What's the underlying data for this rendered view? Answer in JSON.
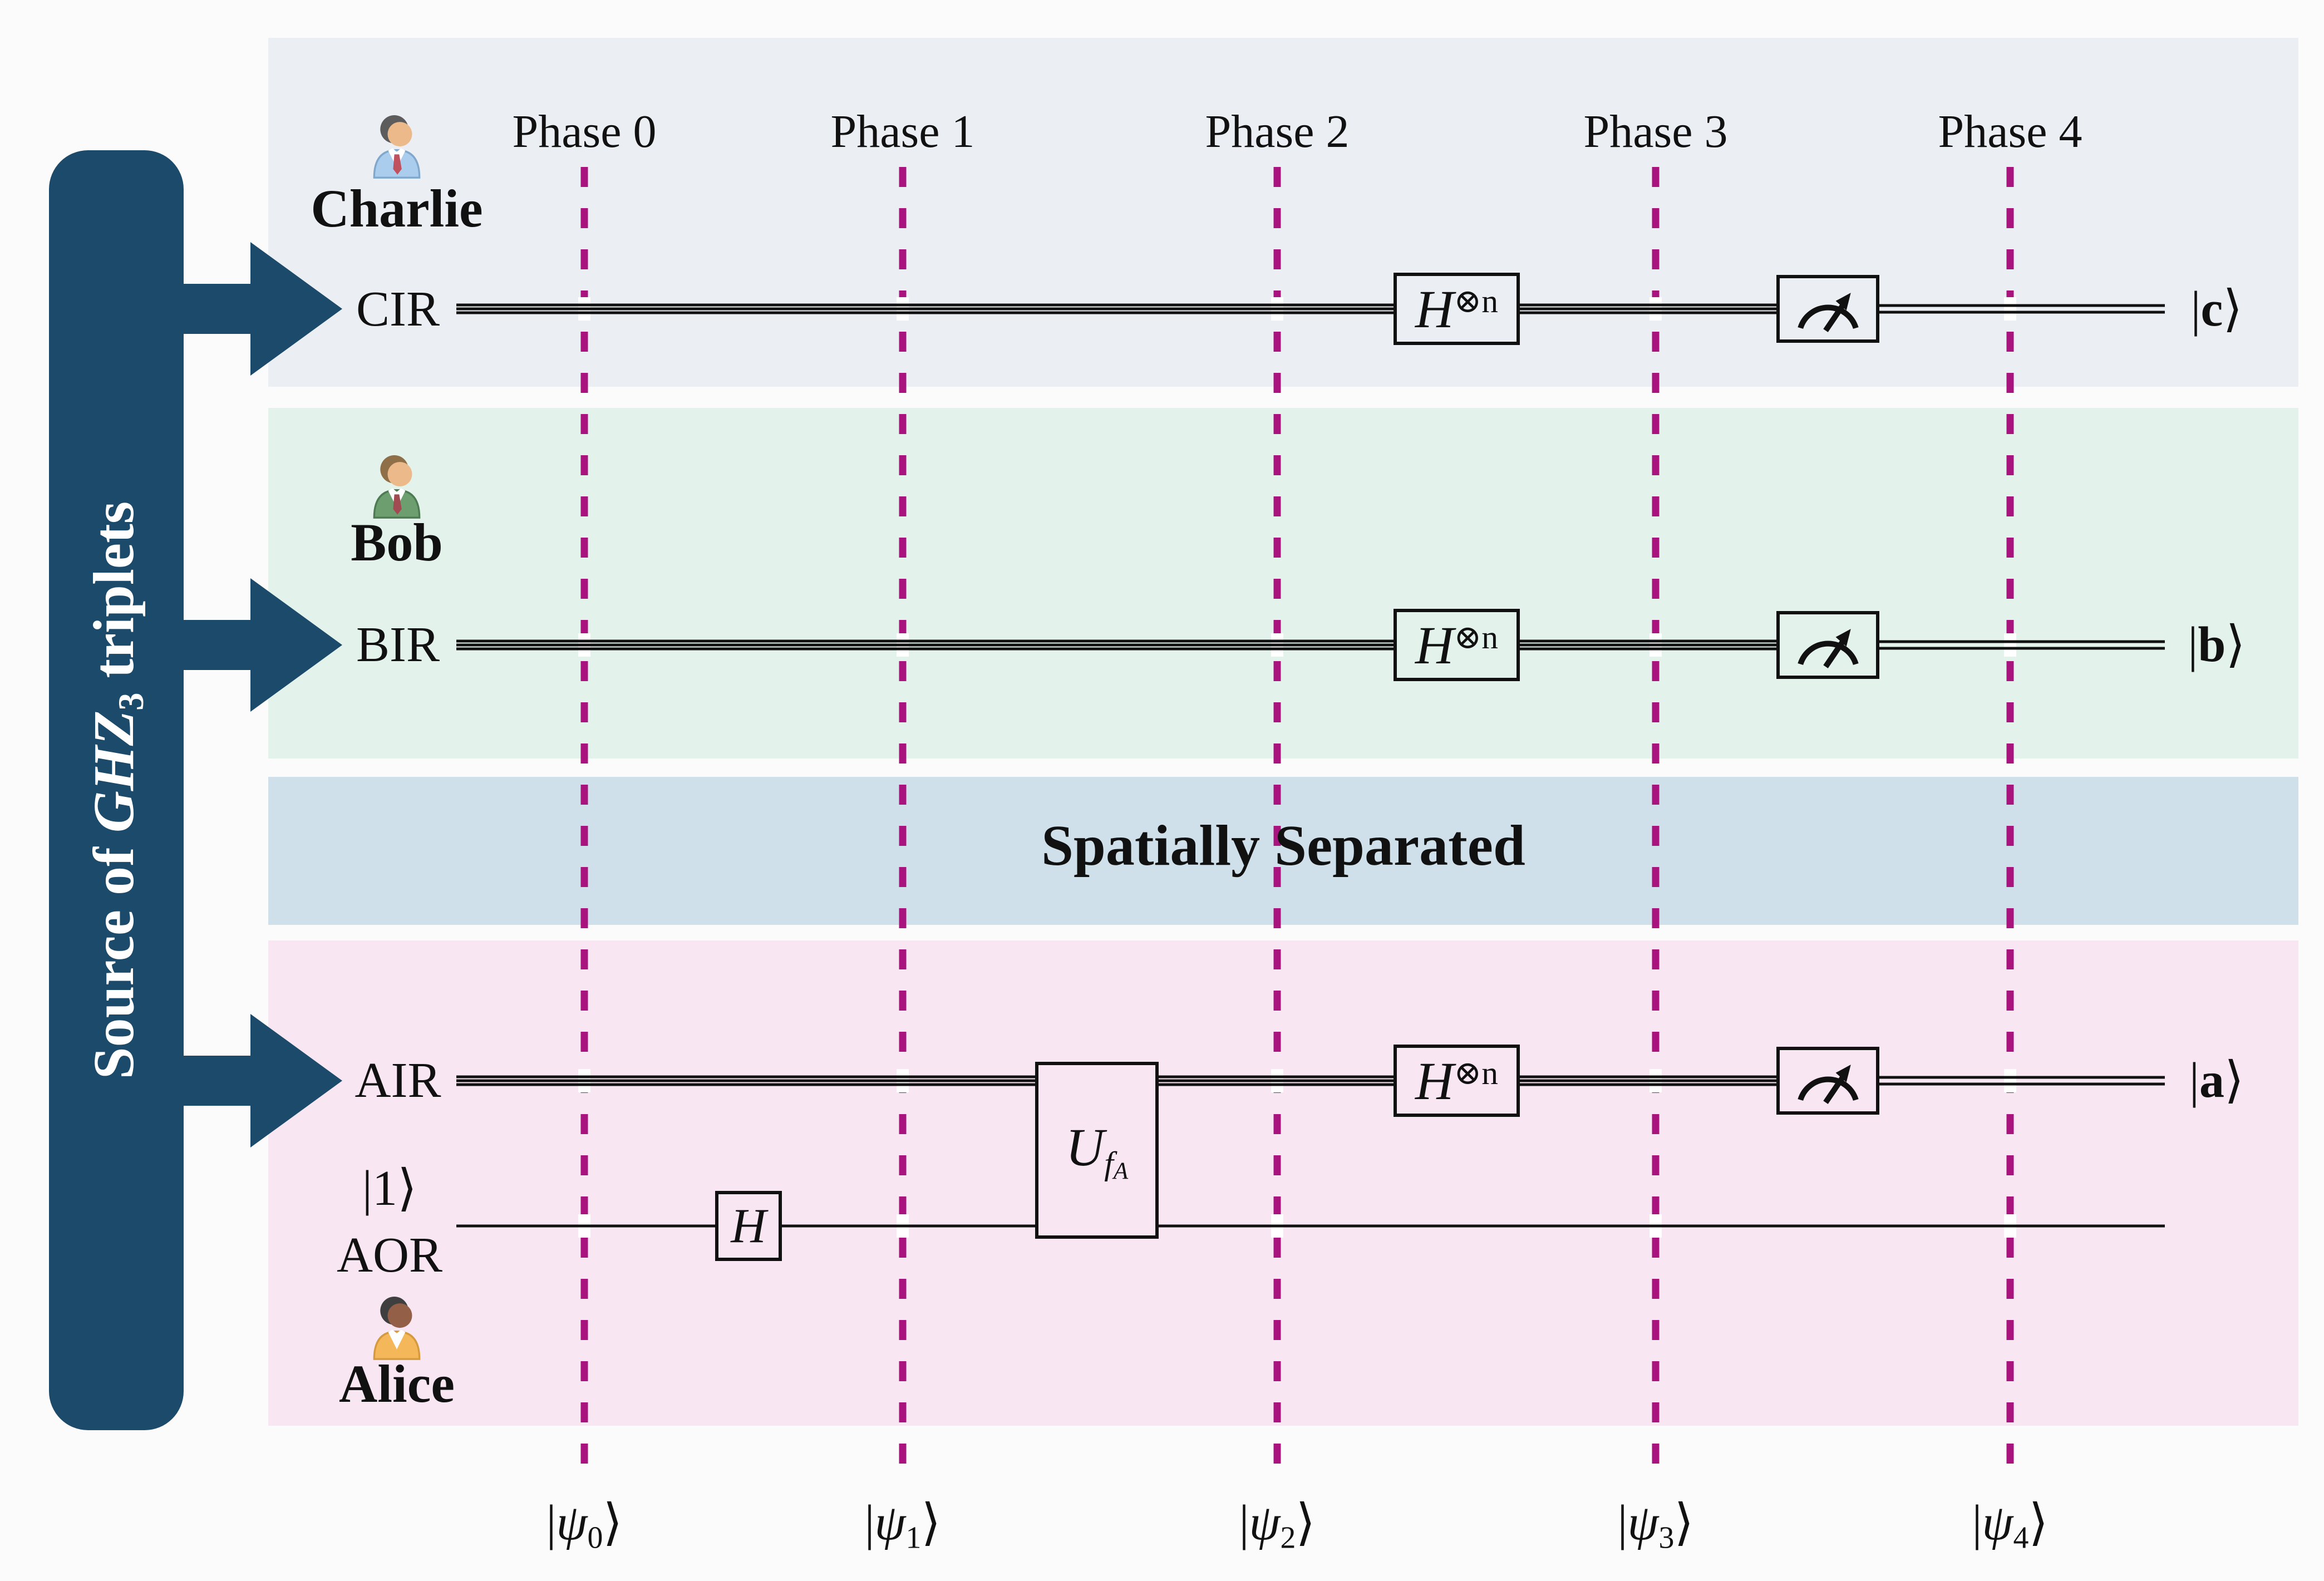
{
  "source_box": {
    "prefix": "Source of ",
    "italic": "GHZ",
    "subscript": "3",
    "suffix": " triplets"
  },
  "phase_labels": [
    "Phase 0",
    "Phase 1",
    "Phase 2",
    "Phase 3",
    "Phase 4"
  ],
  "people": {
    "charlie": "Charlie",
    "bob": "Bob",
    "alice": "Alice"
  },
  "separator": {
    "label": "Spatially Separated"
  },
  "registers": {
    "cir": "CIR",
    "bir": "BIR",
    "air": "AIR",
    "aor": "AOR"
  },
  "gates": {
    "hadamard_n": {
      "base": "H",
      "sup": "⊗n"
    },
    "hadamard": {
      "base": "H"
    },
    "oracle": {
      "base": "U",
      "sub": "f",
      "subsub": "A"
    }
  },
  "kets": {
    "aor_input": {
      "bar": "|",
      "value": "1",
      "angle": "⟩"
    },
    "out_c": {
      "bar": "|",
      "value": "c",
      "angle": "⟩"
    },
    "out_b": {
      "bar": "|",
      "value": "b",
      "angle": "⟩"
    },
    "out_a": {
      "bar": "|",
      "value": "a",
      "angle": "⟩"
    }
  },
  "states": [
    {
      "bar": "|",
      "psi": "ψ",
      "sub": "0",
      "angle": "⟩"
    },
    {
      "bar": "|",
      "psi": "ψ",
      "sub": "1",
      "angle": "⟩"
    },
    {
      "bar": "|",
      "psi": "ψ",
      "sub": "2",
      "angle": "⟩"
    },
    {
      "bar": "|",
      "psi": "ψ",
      "sub": "3",
      "angle": "⟩"
    },
    {
      "bar": "|",
      "psi": "ψ",
      "sub": "4",
      "angle": "⟩"
    }
  ],
  "colors": {
    "source_navy": "#1c4a6a",
    "charlie_band": "#ebeff4",
    "bob_band": "#e3f3ec",
    "separator_band": "#cfe0ea",
    "alice_band": "#f8e6f2",
    "phase_dash": "#a8137e",
    "ink": "#111111",
    "background": "#fbfbfb"
  }
}
